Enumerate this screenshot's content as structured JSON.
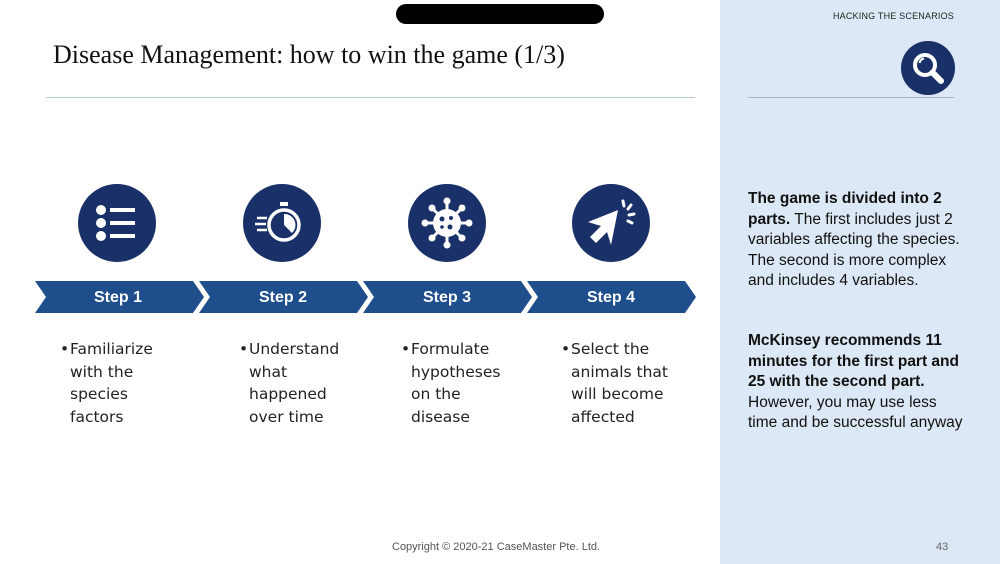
{
  "header": {
    "title": "Disease Management: how to win the game (1/3)",
    "section_label": "HACKING THE SCENARIOS"
  },
  "icons": {
    "section": "search-icon",
    "steps": [
      "list-icon",
      "stopwatch-icon",
      "virus-icon",
      "cursor-click-icon"
    ]
  },
  "colors": {
    "navy": "#1a3068",
    "arrow_blue": "#1f4e8c",
    "panel_bg": "#dce8f5"
  },
  "steps": [
    {
      "label": "Step 1",
      "bullet": "•",
      "lines": [
        "Familiarize",
        "with the",
        "species",
        "factors"
      ]
    },
    {
      "label": "Step 2",
      "bullet": "•",
      "lines": [
        "Understand",
        "what",
        "happened",
        "over time"
      ]
    },
    {
      "label": "Step 3",
      "bullet": "•",
      "lines": [
        "Formulate",
        "hypotheses",
        "on the",
        "disease"
      ]
    },
    {
      "label": "Step 4",
      "bullet": "•",
      "lines": [
        "Select the",
        "animals that",
        "will become",
        "affected"
      ]
    }
  ],
  "side_panel": {
    "p1_bold": "The game is divided into 2 parts.",
    "p1_text": " The first includes just 2 variables affecting the species. The second is more complex and includes 4 variables.",
    "p2_bold": "McKinsey recommends 11 minutes for the first part and 25 with the second part.",
    "p2_text": "However, you may use less time and be successful anyway"
  },
  "footer": {
    "copyright": "Copyright © 2020-21 CaseMaster Pte. Ltd.",
    "page_number": "43"
  }
}
